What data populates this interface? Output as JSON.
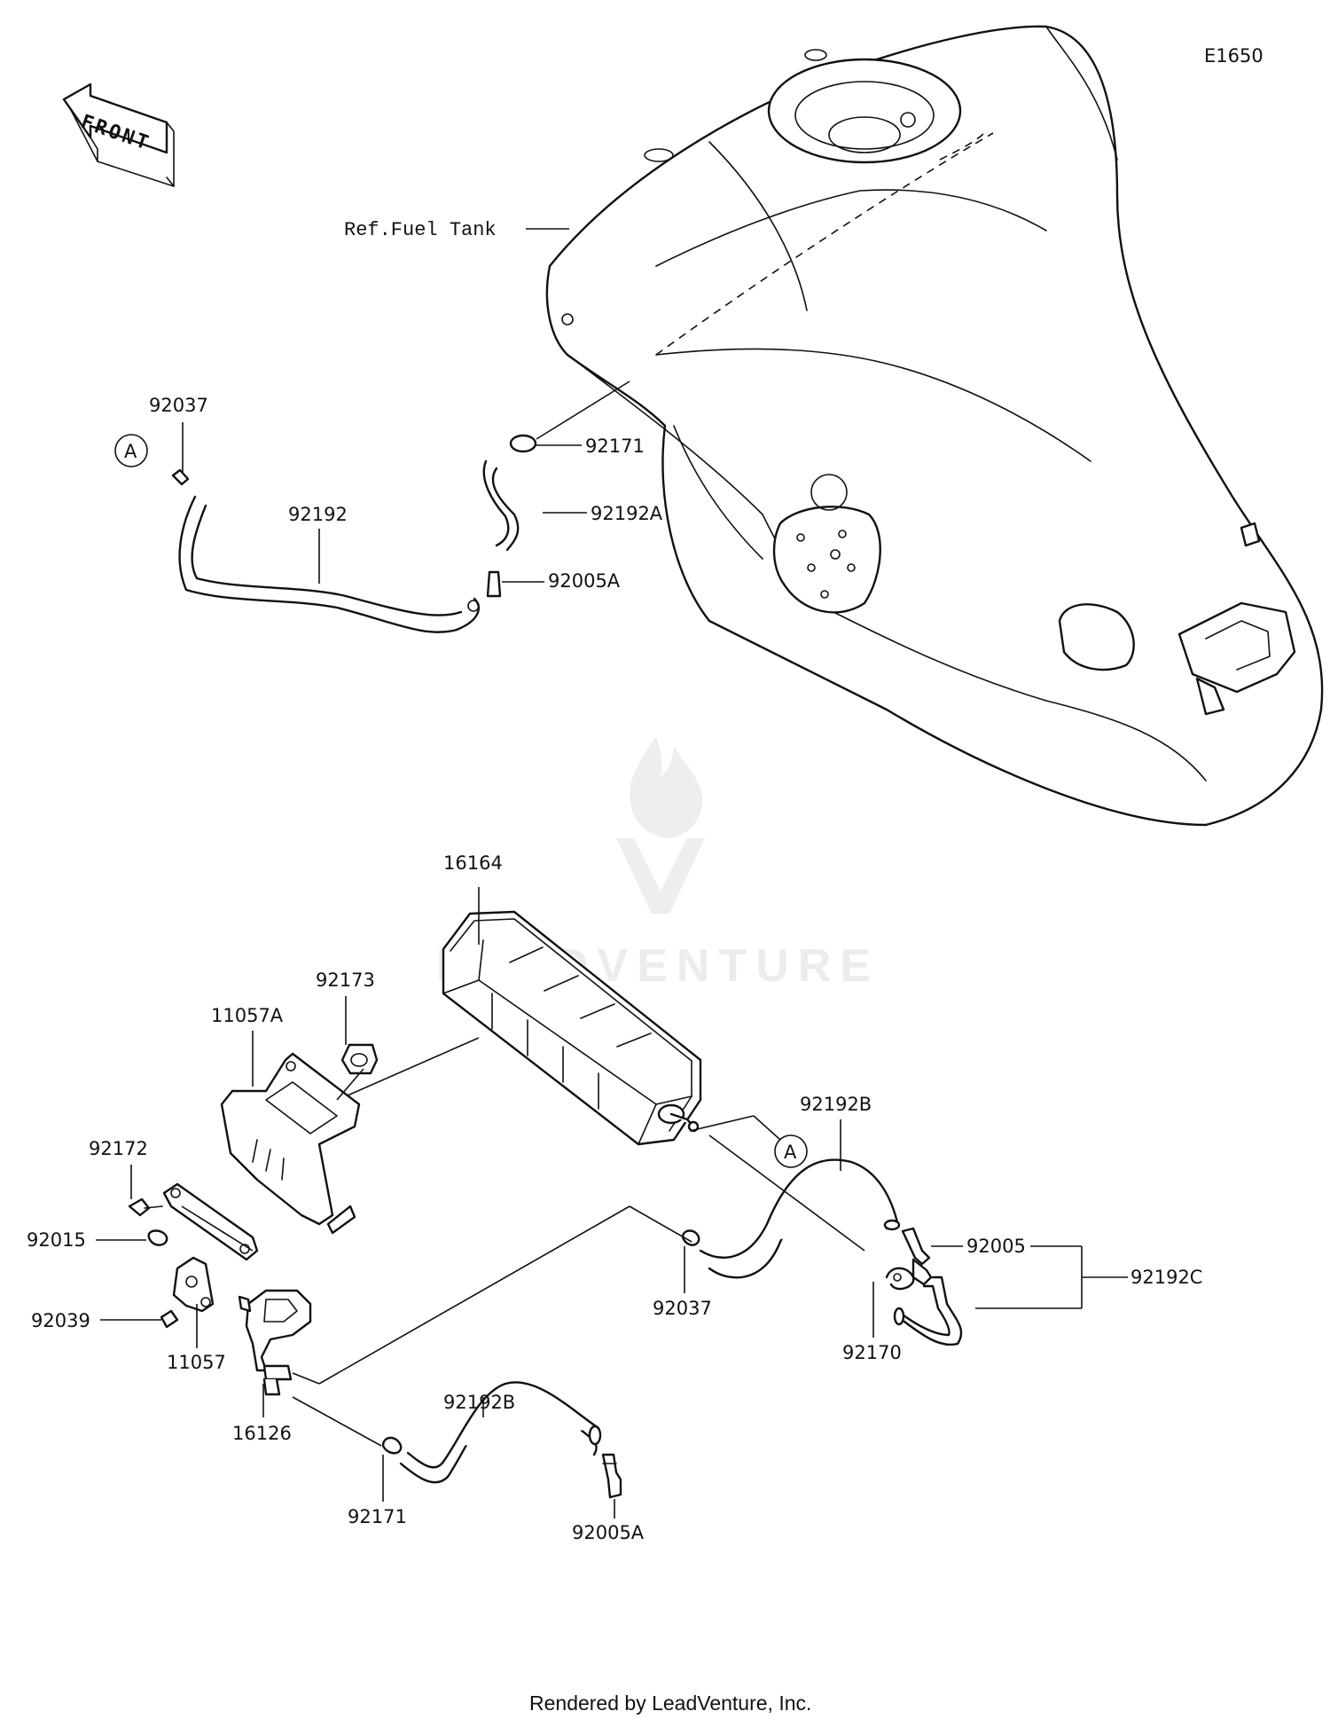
{
  "diagram_code": "E1650",
  "front_label": "FRONT",
  "reference_label": "Ref.Fuel Tank",
  "connector_label": "A",
  "watermark": "LEADVENTURE",
  "footer": "Rendered by LeadVenture, Inc.",
  "parts": {
    "p92037_top": "92037",
    "p92192": "92192",
    "p92171_top": "92171",
    "p92192A": "92192A",
    "p92005A_top": "92005A",
    "p16164": "16164",
    "p92173": "92173",
    "p11057A": "11057A",
    "p92172": "92172",
    "p92015": "92015",
    "p92039": "92039",
    "p11057": "11057",
    "p16126": "16126",
    "p92192B_top": "92192B",
    "p92005": "92005",
    "p92192C": "92192C",
    "p92037_bottom": "92037",
    "p92170": "92170",
    "p92192B_bottom": "92192B",
    "p92171_bottom": "92171",
    "p92005A_bottom": "92005A"
  }
}
